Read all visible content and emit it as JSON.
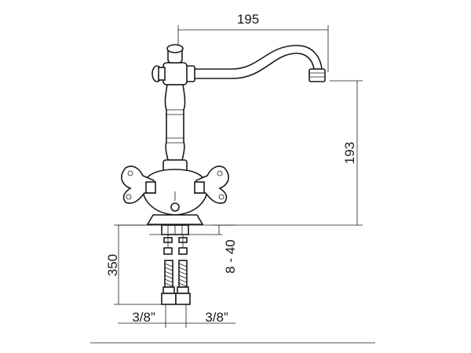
{
  "dimensions": {
    "spout_reach": "195",
    "spout_height": "193",
    "hose_length": "350",
    "deck_thickness": "8 - 40",
    "left_connection": "3/8”",
    "right_connection": "3/8”"
  }
}
